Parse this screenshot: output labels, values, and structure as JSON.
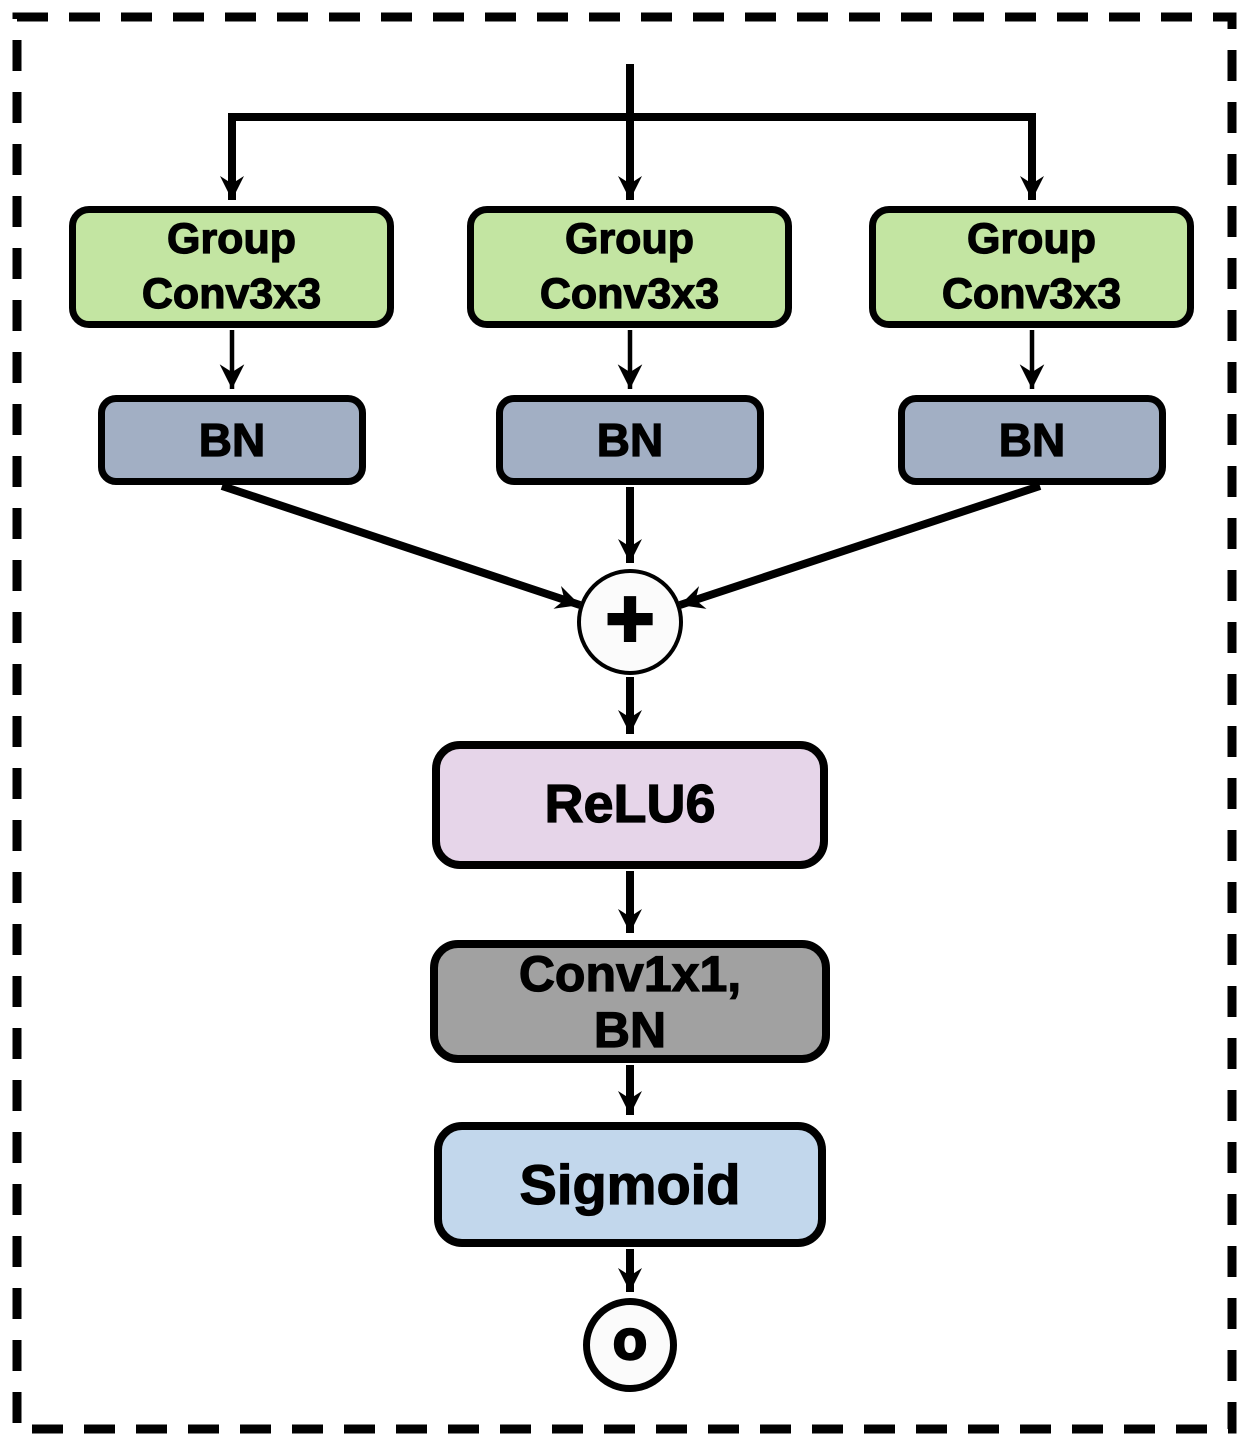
{
  "diagram": {
    "branches": [
      {
        "conv": "Group\nConv3x3",
        "bn": "BN"
      },
      {
        "conv": "Group\nConv3x3",
        "bn": "BN"
      },
      {
        "conv": "Group\nConv3x3",
        "bn": "BN"
      }
    ],
    "sum": "+",
    "relu6": "ReLU6",
    "conv1x1_bn": "Conv1x1,\nBN",
    "sigmoid": "Sigmoid",
    "output": "o",
    "colors": {
      "group_conv_fill": "#c3e5a2",
      "bn_fill": "#a2afc4",
      "relu6_fill": "#e6d5e9",
      "conv1x1_fill": "#a1a1a1",
      "sigmoid_fill": "#c2d7ec",
      "node_fill": "#fbfbfb",
      "line": "#000000"
    }
  }
}
